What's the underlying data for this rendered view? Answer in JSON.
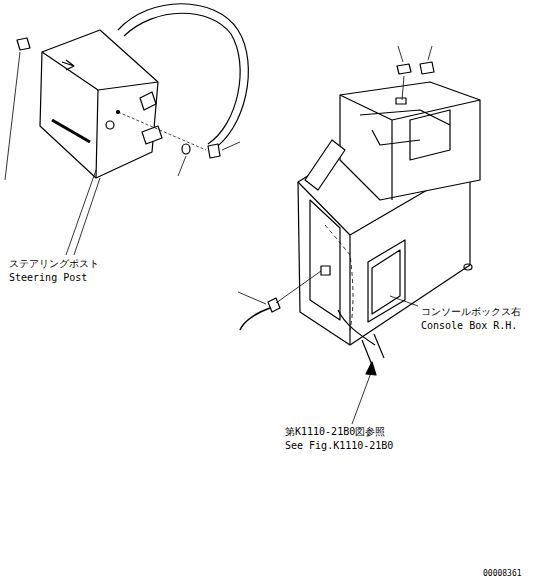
{
  "diagram": {
    "labels": [
      "ステアリングポスト",
      "Steering Post",
      "コンソールボックス右",
      "Console Box R.H.",
      "第K1110-21B0図参照",
      "See Fig.K1110-21B0",
      "00008361"
    ]
  }
}
